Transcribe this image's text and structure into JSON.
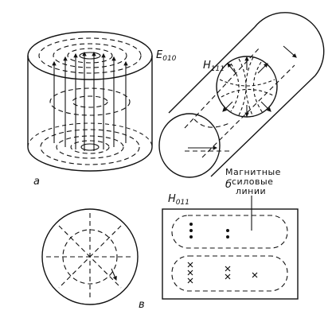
{
  "panels": {
    "a": {
      "letter": "а",
      "mode_letter": "E",
      "mode_index": "010"
    },
    "b": {
      "letter": "б",
      "mode_letter": "H",
      "mode_index": "111"
    },
    "c": {
      "letter": "в"
    },
    "d": {
      "mode_letter": "H",
      "mode_index": "011",
      "caption_line1": "Магнитные",
      "caption_line2": "силовые",
      "caption_line3": "линии"
    }
  },
  "colors": {
    "ink": "#111111",
    "background": "#ffffff"
  }
}
